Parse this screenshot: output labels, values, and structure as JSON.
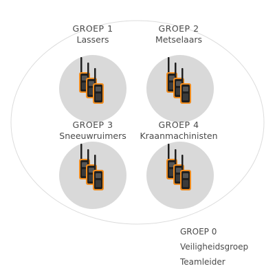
{
  "groups": [
    {
      "title": "GROEP 1",
      "name": "Lassers"
    },
    {
      "title": "GROEP 2",
      "name": "Metselaars"
    },
    {
      "title": "GROEP 3",
      "name": "Sneeuwruimers"
    },
    {
      "title": "GROEP 4",
      "name": "Kraanmachinisten"
    }
  ],
  "group0": {
    "title": "GROEP 0",
    "line1": "Veiligheidsgroep",
    "line2": "Teamleider"
  },
  "colors": {
    "circle": "#d9d9d9",
    "radio_body": "#1f1f1f",
    "radio_accent": "#f08c1e",
    "ellipse_stroke": "#dcdcdc",
    "text": "#4a4a4a"
  },
  "icons": [
    "walkie-talkie-icon"
  ]
}
